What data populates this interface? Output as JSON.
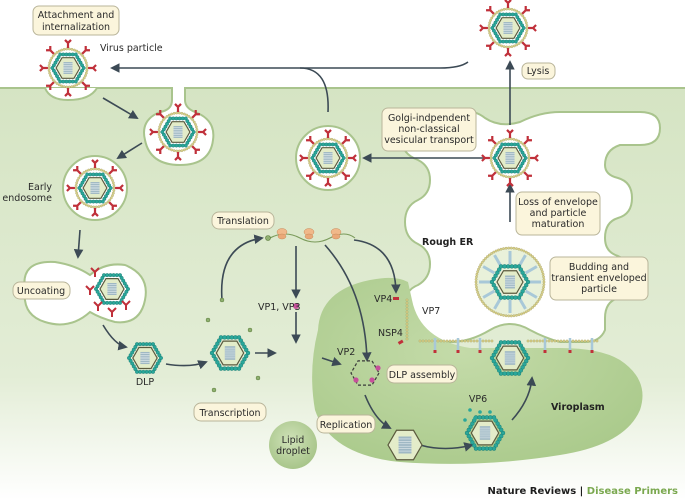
{
  "diagram": {
    "title": "Rotavirus replication cycle",
    "colors": {
      "cytoplasm": "#d6e5c4",
      "membrane": "#a9c48d",
      "viroplasm": "#b9d39b",
      "label_box_fill": "#fbf5dc",
      "arrow": "#3c4a55",
      "spike_vp4": "#c0303a",
      "vp6_layer": "#2aa79a",
      "vp7_layer": "#d8d08a",
      "core_genome": "#9fb8c4"
    },
    "step_labels": {
      "attachment": [
        "Attachment and",
        "internalization"
      ],
      "lysis": "Lysis",
      "golgi": [
        "Golgi-indpendent",
        "non-classical",
        "vesicular transport"
      ],
      "loss_envelope": [
        "Loss of envelope",
        "and particle",
        "maturation"
      ],
      "budding": [
        "Budding and",
        "transient enveloped",
        "particle"
      ],
      "uncoating": "Uncoating",
      "translation": "Translation",
      "transcription": "Transcription",
      "replication": "Replication",
      "dlp_assembly": "DLP assembly"
    },
    "plain_labels": {
      "virus_particle": "Virus particle",
      "early_endosome": [
        "Early",
        "endosome"
      ],
      "dlp": "DLP",
      "vp1_vp3": "VP1, VP3",
      "vp2": "VP2",
      "vp4": "VP4",
      "vp6": "VP6",
      "vp7": "VP7",
      "nsp4": "NSP4",
      "lipid_droplet": [
        "Lipid",
        "droplet"
      ],
      "rough_er": "Rough ER",
      "viroplasm": "Viroplasm"
    },
    "footer": {
      "journal": "Nature Reviews",
      "separator": " | ",
      "series": "Disease Primers"
    }
  }
}
